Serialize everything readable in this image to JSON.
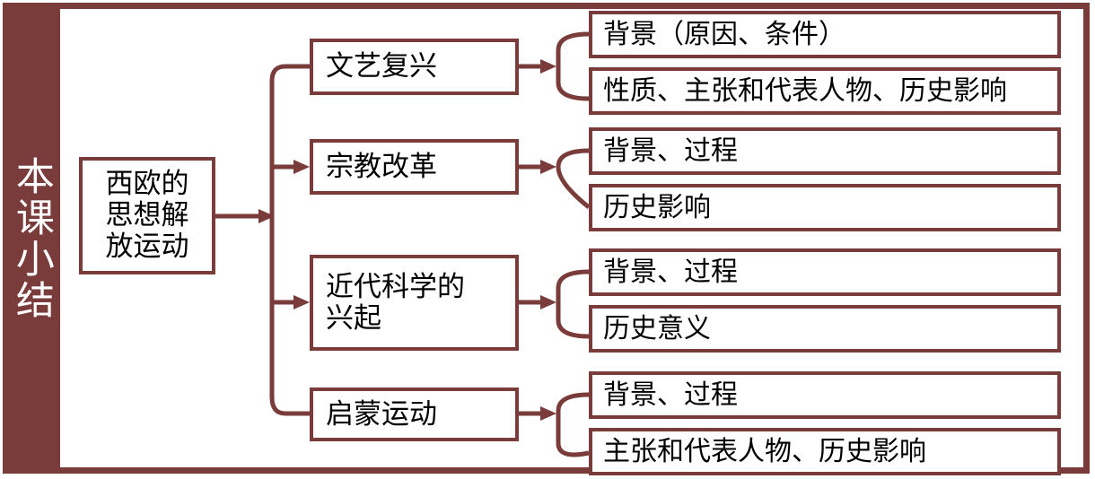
{
  "colors": {
    "accent": "#7a3b3b",
    "text": "#000000",
    "background": "#ffffff",
    "banner_text": "#ffffff"
  },
  "sidebar": {
    "label": "本课小结"
  },
  "root": {
    "label": "西欧的\n思想解\n放运动"
  },
  "categories": [
    {
      "label": "文艺复兴"
    },
    {
      "label": "宗教改革"
    },
    {
      "label": "近代科学的\n兴起"
    },
    {
      "label": "启蒙运动"
    }
  ],
  "details": [
    {
      "label": "背景（原因、条件）"
    },
    {
      "label": "性质、主张和代表人物、历史影响"
    },
    {
      "label": "背景、过程"
    },
    {
      "label": "历史影响"
    },
    {
      "label": "背景、过程"
    },
    {
      "label": "历史意义"
    },
    {
      "label": "背景、过程"
    },
    {
      "label": "主张和代表人物、历史影响"
    }
  ]
}
